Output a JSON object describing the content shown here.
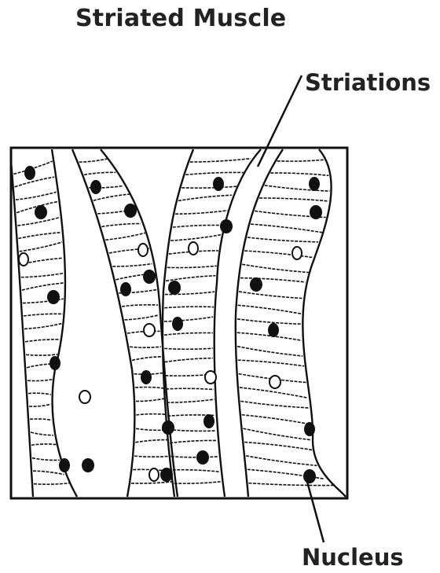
{
  "diagram": {
    "title": "Striated Muscle",
    "labels": {
      "striations": "Striations",
      "nucleus": "Nucleus"
    },
    "fibers": [
      {
        "name": "fiber-1",
        "shape": "muscle-fiber"
      },
      {
        "name": "fiber-2",
        "shape": "muscle-fiber"
      },
      {
        "name": "fiber-3",
        "shape": "muscle-fiber"
      },
      {
        "name": "fiber-4",
        "shape": "muscle-fiber"
      }
    ],
    "colors": {
      "ink": "#111111",
      "background": "#ffffff"
    }
  }
}
